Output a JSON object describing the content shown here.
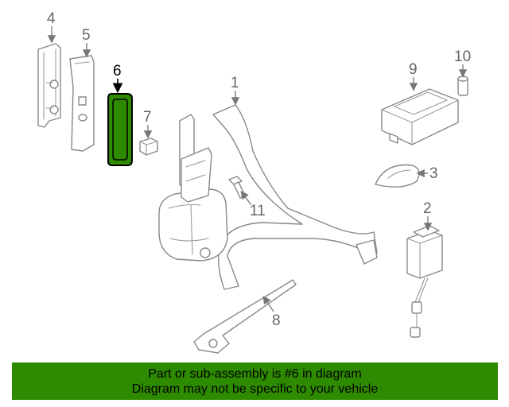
{
  "diagram": {
    "callouts": {
      "c1": "1",
      "c2": "2",
      "c3": "3",
      "c4": "4",
      "c5": "5",
      "c6": "6",
      "c7": "7",
      "c8": "8",
      "c9": "9",
      "c10": "10",
      "c11": "11"
    },
    "highlight_color": "#2e8b00",
    "highlighted_part": "6"
  },
  "banner": {
    "line1": "Part or sub-assembly is #6 in diagram",
    "line2": "Diagram may not be specific to your vehicle",
    "background": "#2e8b00"
  }
}
